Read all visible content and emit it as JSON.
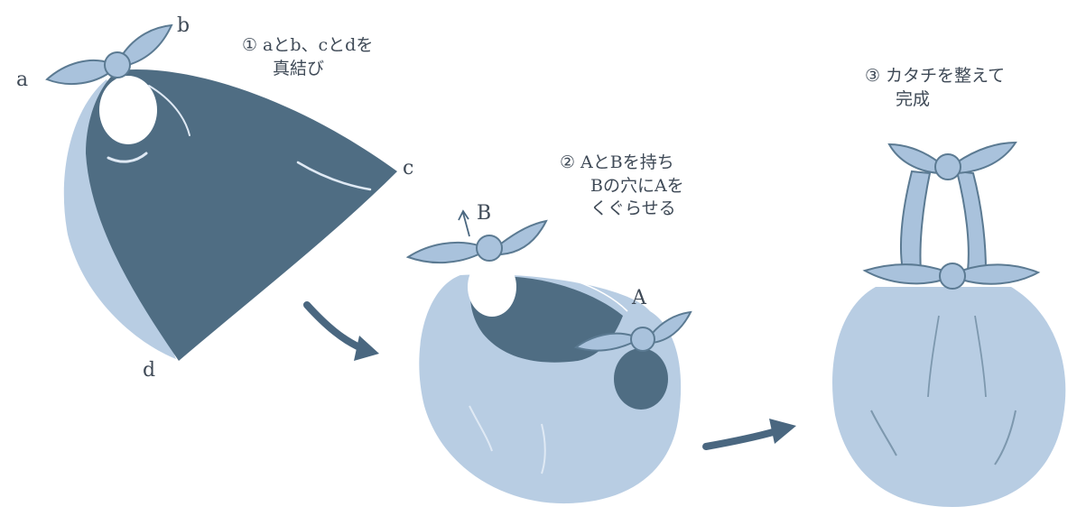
{
  "colors": {
    "dark_cloth": "#4f6d83",
    "light_cloth": "#b8cde3",
    "knot": "#a9c2dc",
    "outline": "#5b7a92",
    "crease": "#dfe9f4",
    "arrow": "#4a6780",
    "text": "#3f4a57"
  },
  "corner_labels": {
    "a": "a",
    "b": "b",
    "c": "c",
    "d": "d"
  },
  "handle_labels": {
    "B": "B",
    "A": "A"
  },
  "steps": [
    {
      "number": "①",
      "lines": [
        "aとb、cとdを",
        "真結び"
      ]
    },
    {
      "number": "②",
      "lines": [
        "AとBを持ち",
        "Bの穴にAを",
        "くぐらせる"
      ]
    },
    {
      "number": "③",
      "lines": [
        "カタチを整えて",
        "完成"
      ]
    }
  ],
  "icons": [
    "curved-arrow-icon",
    "curved-arrow-icon",
    "pull-arrow-icon"
  ]
}
